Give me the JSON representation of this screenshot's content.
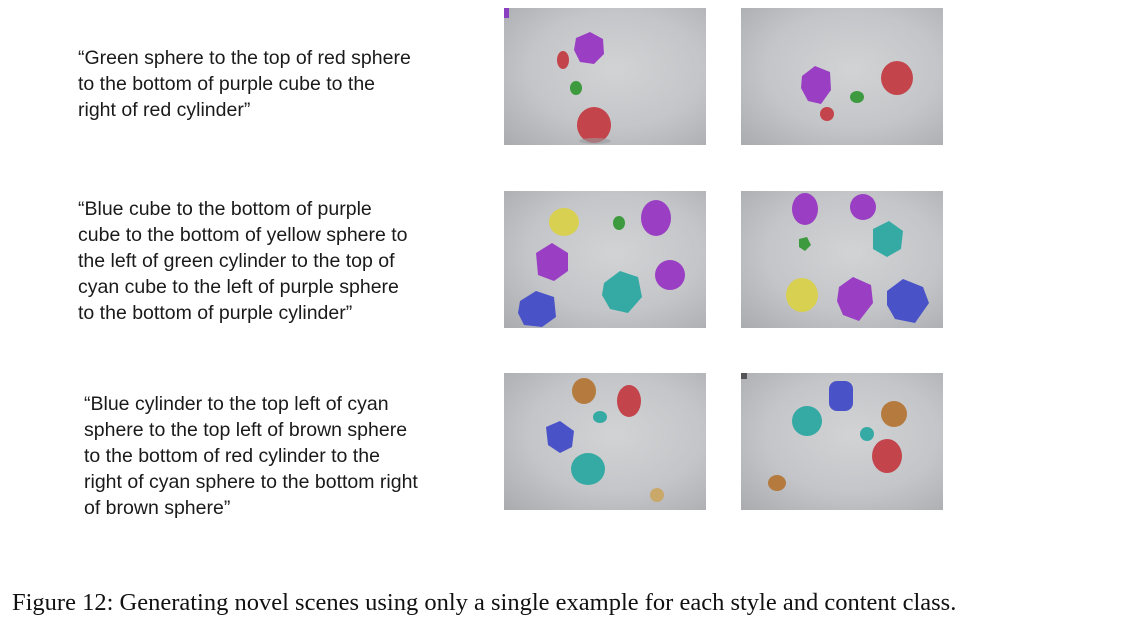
{
  "prompts": [
    {
      "lines": [
        "“Green sphere to the top of red sphere",
        "to the bottom of purple cube to the",
        "right of red cylinder”"
      ]
    },
    {
      "lines": [
        "“Blue cube to the bottom of purple",
        "cube to the bottom of yellow sphere to",
        "the left of green cylinder to the top of",
        "cyan cube to the left of purple sphere",
        "to the bottom of purple cylinder”"
      ]
    },
    {
      "lines": [
        "“Blue cylinder to the top left of cyan",
        "sphere to the top left of brown sphere",
        "to the bottom of red cylinder  to the",
        "right of cyan sphere to the bottom right",
        "of brown sphere”"
      ]
    }
  ],
  "caption": "Figure 12: Generating novel scenes using only a single example for each style and content class.",
  "object_colors": {
    "red": "#c4444c",
    "green": "#3e9a3e",
    "purple": "#9a3fc4",
    "blue": "#4a52c8",
    "yellow": "#d8d050",
    "cyan": "#35aaa4",
    "brown": "#b47a3e"
  }
}
